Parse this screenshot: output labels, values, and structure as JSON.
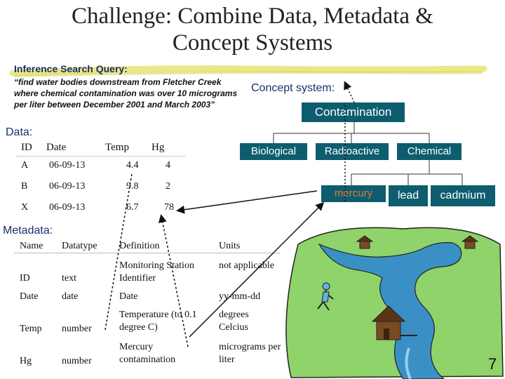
{
  "title_line1": "Challenge: Combine Data, Metadata &",
  "title_line2": "Concept Systems",
  "inference_label": "Inference Search Query:",
  "query_text": "“find water bodies downstream from Fletcher Creek where chemical contamination was over 10 micrograms per liter between December 2001 and March 2003”",
  "concept_label": "Concept system:",
  "concept": {
    "root": "Contamination",
    "children": [
      "Biological",
      "Radioactive",
      "Chemical"
    ],
    "chemicals": [
      "mercury",
      "lead",
      "cadmium"
    ]
  },
  "data_label": "Data:",
  "data_table": {
    "headers": [
      "ID",
      "Date",
      "Temp",
      "Hg"
    ],
    "rows": [
      [
        "A",
        "06-09-13",
        "4.4",
        "4"
      ],
      [
        "B",
        "06-09-13",
        "9.8",
        "2"
      ],
      [
        "X",
        "06-09-13",
        "6.7",
        "78"
      ]
    ]
  },
  "metadata_label": "Metadata:",
  "metadata_table": {
    "headers": [
      "Name",
      "Datatype",
      "Definition",
      "Units"
    ],
    "rows": [
      [
        "ID",
        "text",
        "Monitoring Station Identifier",
        "not applicable"
      ],
      [
        "Date",
        "date",
        "Date",
        "yy-mm-dd"
      ],
      [
        "Temp",
        "number",
        "Temperature (to 0.1 degree C)",
        "degrees Celcius"
      ],
      [
        "Hg",
        "number",
        "Mercury contamination",
        "micrograms per liter"
      ]
    ]
  },
  "slide_number": "7",
  "colors": {
    "title_text": "#222222",
    "header_blue": "#1f3d7a",
    "concept_teal": "#0d5d6e",
    "highlight_red": "#c00000",
    "water_blue": "#3a8fc4",
    "land_green": "#8fd36a"
  }
}
